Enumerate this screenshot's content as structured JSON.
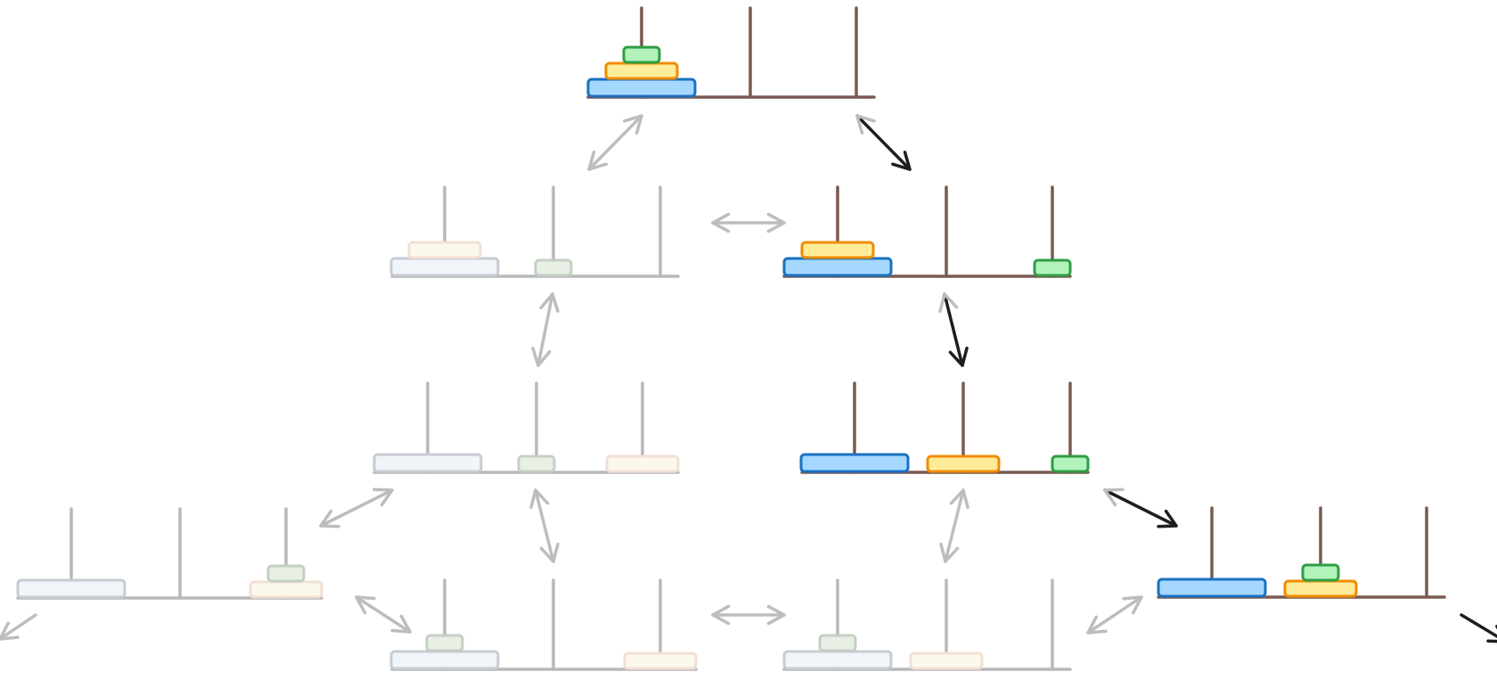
{
  "diagram": {
    "colors": {
      "rod_active": "#7a5a52",
      "rod_faded": "#b9b9b9",
      "arrow_active": "#1e1e1e",
      "arrow_faded": "#bdbdbd",
      "disk_large_fill": "#a5d8ff",
      "disk_large_stroke": "#1971c2",
      "disk_medium_fill": "#ffec99",
      "disk_medium_stroke": "#f08c00",
      "disk_small_fill": "#b2f2bb",
      "disk_small_stroke": "#2f9e44",
      "disk_faded_large_fill": "#f0f5fa",
      "disk_faded_large_stroke": "#c7ccd3",
      "disk_faded_medium_fill": "#fdf8ec",
      "disk_faded_medium_stroke": "#f1dfd5",
      "disk_faded_small_fill": "#e8f0e6",
      "disk_faded_small_stroke": "#c5cfc4"
    },
    "states": [
      {
        "id": "start",
        "active": true,
        "pegs": [
          [
            "large",
            "medium",
            "small"
          ],
          [],
          []
        ]
      },
      {
        "id": "s-left-1",
        "active": false,
        "pegs": [
          [
            "large",
            "medium"
          ],
          [
            "small"
          ],
          []
        ]
      },
      {
        "id": "s-right-1",
        "active": true,
        "pegs": [
          [
            "large",
            "medium"
          ],
          [],
          [
            "small"
          ]
        ]
      },
      {
        "id": "s-left-2",
        "active": false,
        "pegs": [
          [
            "large"
          ],
          [
            "small"
          ],
          [
            "medium"
          ]
        ]
      },
      {
        "id": "s-right-2",
        "active": true,
        "pegs": [
          [
            "large"
          ],
          [
            "medium"
          ],
          [
            "small"
          ]
        ]
      },
      {
        "id": "s-far-left",
        "active": false,
        "pegs": [
          [
            "large"
          ],
          [],
          [
            "medium",
            "small"
          ]
        ]
      },
      {
        "id": "s-bottom-left",
        "active": false,
        "pegs": [
          [
            "large",
            "small"
          ],
          [],
          [
            "medium"
          ]
        ]
      },
      {
        "id": "s-bottom-mid",
        "active": false,
        "pegs": [
          [
            "large",
            "small"
          ],
          [
            "medium"
          ],
          []
        ]
      },
      {
        "id": "s-goal-right",
        "active": true,
        "pegs": [
          [
            "large"
          ],
          [
            "medium",
            "small"
          ],
          []
        ]
      }
    ],
    "moves": [
      {
        "id": "start-to-left-1",
        "kind": "double",
        "active": false
      },
      {
        "id": "start-to-right-1",
        "kind": "single",
        "active": true
      },
      {
        "id": "left-1-to-right-1",
        "kind": "double",
        "active": false
      },
      {
        "id": "left-1-to-left-2",
        "kind": "double",
        "active": false
      },
      {
        "id": "right-1-to-right-2",
        "kind": "single",
        "active": true
      },
      {
        "id": "left-2-to-far-left",
        "kind": "double",
        "active": false
      },
      {
        "id": "left-2-to-bottom-left",
        "kind": "double",
        "active": false
      },
      {
        "id": "right-2-to-bottom-mid",
        "kind": "double",
        "active": false
      },
      {
        "id": "right-2-to-goal-right",
        "kind": "single",
        "active": true
      },
      {
        "id": "bottom-left-to-far-left",
        "kind": "double",
        "active": false
      },
      {
        "id": "bottom-left-to-bottom-mid",
        "kind": "double",
        "active": false
      },
      {
        "id": "bottom-mid-to-goal-right",
        "kind": "double",
        "active": false
      },
      {
        "id": "far-left-exit",
        "kind": "single",
        "active": false
      },
      {
        "id": "goal-right-exit",
        "kind": "single",
        "active": true
      }
    ]
  }
}
